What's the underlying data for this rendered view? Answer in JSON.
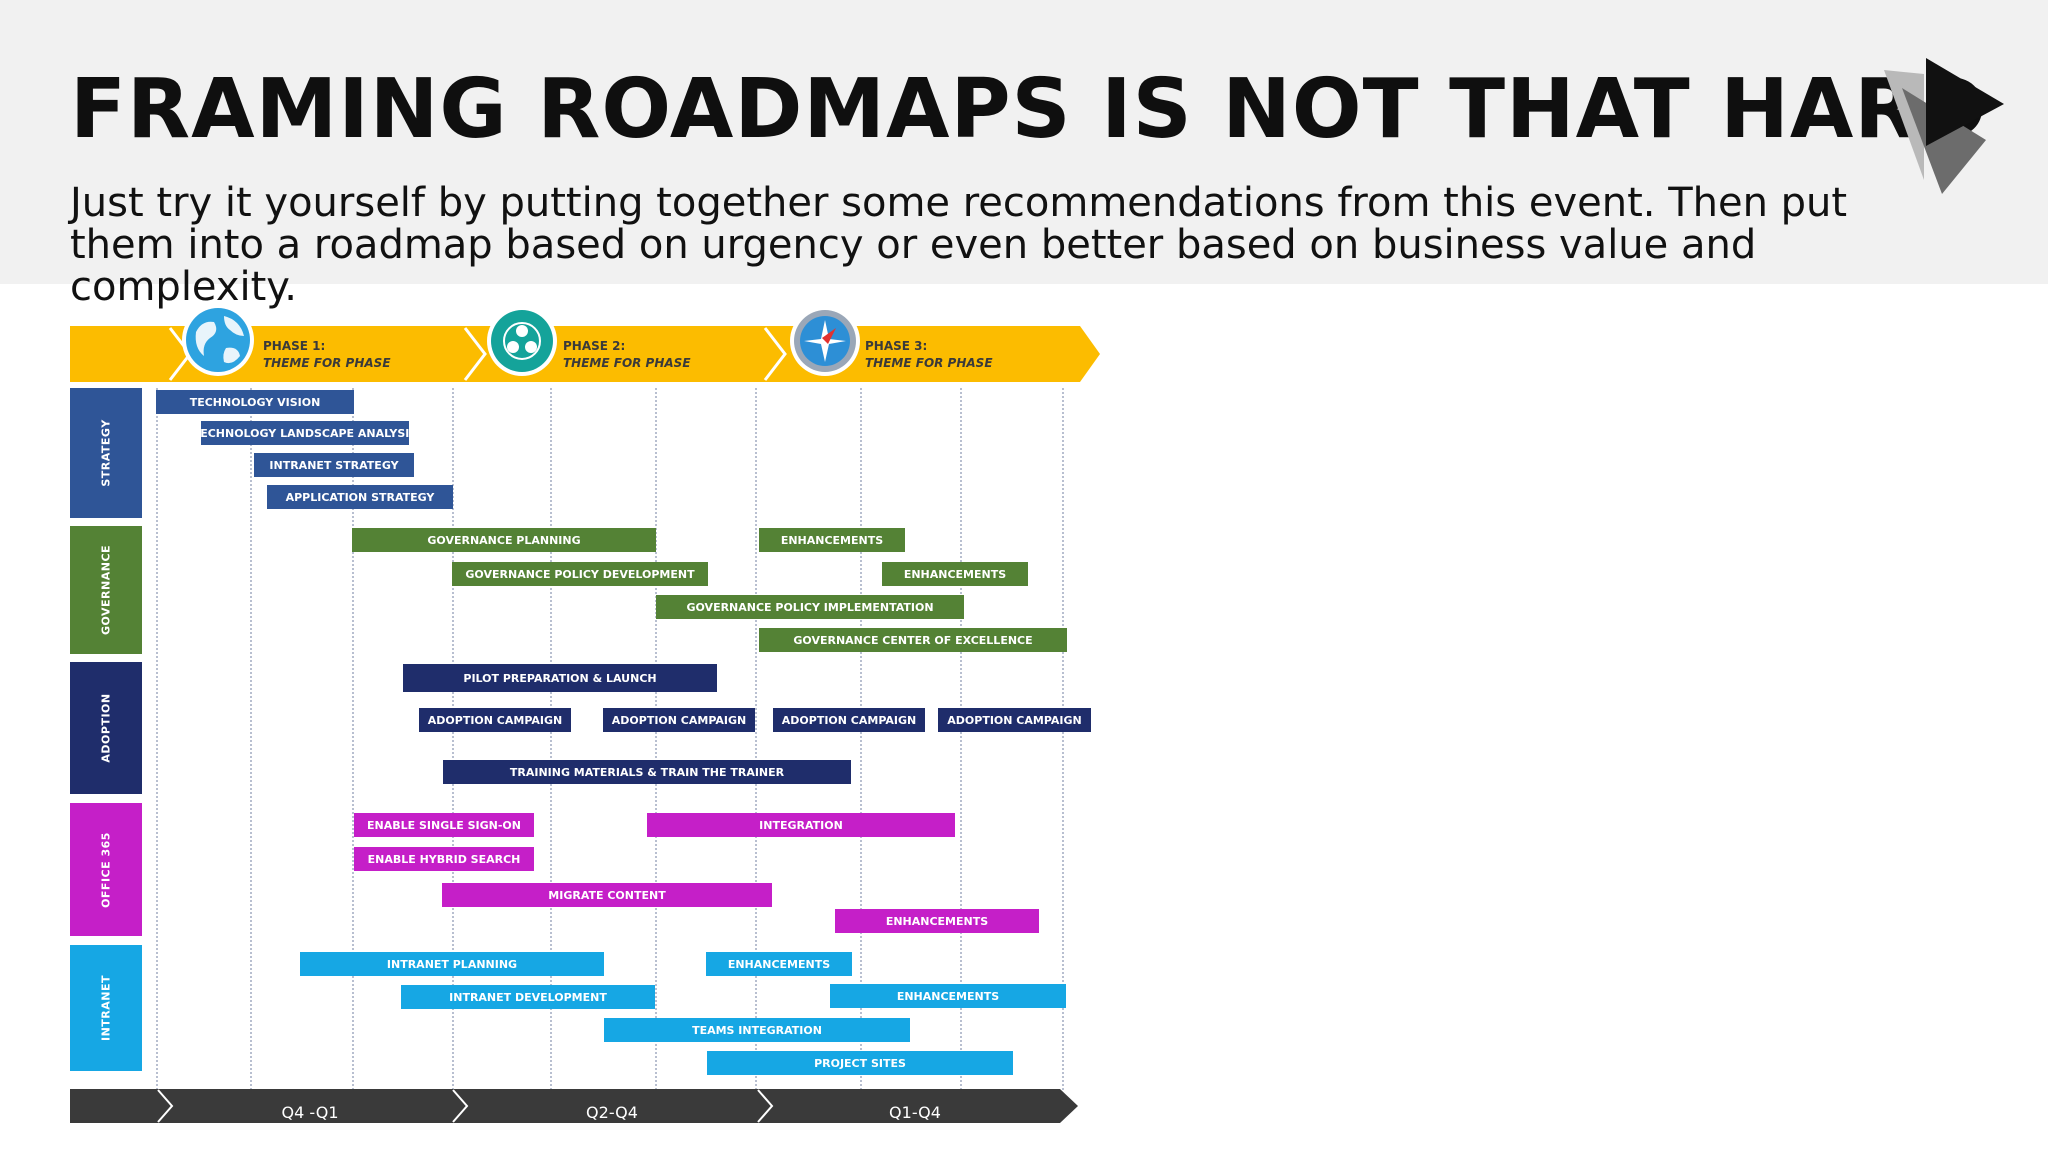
{
  "header": {
    "title": "FRAMING ROADMAPS IS NOT THAT HARD",
    "subtitle": "Just try it yourself by putting together some recommendations from this event. Then put them into a roadmap based on urgency or even better based on business value and complexity."
  },
  "roadmap": {
    "phases": [
      {
        "name": "PHASE 1:",
        "theme": "THEME FOR PHASE",
        "icon": "globe-icon"
      },
      {
        "name": "PHASE 2:",
        "theme": "THEME FOR PHASE",
        "icon": "people-network-icon"
      },
      {
        "name": "PHASE 3:",
        "theme": "THEME FOR PHASE",
        "icon": "compass-icon"
      }
    ],
    "lanes": [
      {
        "label": "STRATEGY",
        "color": "#2f5597"
      },
      {
        "label": "GOVERNANCE",
        "color": "#548235"
      },
      {
        "label": "ADOPTION",
        "color": "#1f2d6b"
      },
      {
        "label": "OFFICE 365",
        "color": "#c51fc8"
      },
      {
        "label": "INTRANET",
        "color": "#16a7e4"
      }
    ],
    "tasks": [
      {
        "label": "TECHNOLOGY VISION",
        "lane": 0
      },
      {
        "label": "TECHNOLOGY LANDSCAPE ANALYSIS",
        "lane": 0
      },
      {
        "label": "INTRANET STRATEGY",
        "lane": 0
      },
      {
        "label": "APPLICATION STRATEGY",
        "lane": 0
      },
      {
        "label": "GOVERNANCE PLANNING",
        "lane": 1
      },
      {
        "label": "ENHANCEMENTS",
        "lane": 1
      },
      {
        "label": "GOVERNANCE POLICY DEVELOPMENT",
        "lane": 1
      },
      {
        "label": "ENHANCEMENTS",
        "lane": 1
      },
      {
        "label": "GOVERNANCE POLICY IMPLEMENTATION",
        "lane": 1
      },
      {
        "label": "GOVERNANCE CENTER OF EXCELLENCE",
        "lane": 1
      },
      {
        "label": "PILOT PREPARATION & LAUNCH",
        "lane": 2
      },
      {
        "label": "ADOPTION CAMPAIGN",
        "lane": 2
      },
      {
        "label": "ADOPTION CAMPAIGN",
        "lane": 2
      },
      {
        "label": "ADOPTION CAMPAIGN",
        "lane": 2
      },
      {
        "label": "ADOPTION CAMPAIGN",
        "lane": 2
      },
      {
        "label": "TRAINING MATERIALS & TRAIN THE TRAINER",
        "lane": 2
      },
      {
        "label": "ENABLE SINGLE SIGN-ON",
        "lane": 3
      },
      {
        "label": "INTEGRATION",
        "lane": 3
      },
      {
        "label": "ENABLE HYBRID SEARCH",
        "lane": 3
      },
      {
        "label": "MIGRATE CONTENT",
        "lane": 3
      },
      {
        "label": "ENHANCEMENTS",
        "lane": 3
      },
      {
        "label": "INTRANET PLANNING",
        "lane": 4
      },
      {
        "label": "ENHANCEMENTS",
        "lane": 4
      },
      {
        "label": "INTRANET DEVELOPMENT",
        "lane": 4
      },
      {
        "label": "ENHANCEMENTS",
        "lane": 4
      },
      {
        "label": "TEAMS INTEGRATION",
        "lane": 4
      },
      {
        "label": "PROJECT SITES",
        "lane": 4
      }
    ],
    "periods": [
      "Q4 -Q1",
      "Q2-Q4",
      "Q1-Q4"
    ],
    "colors": {
      "phase_bar": "#fcbc00",
      "timeline_bar": "#3a3a3a"
    }
  }
}
